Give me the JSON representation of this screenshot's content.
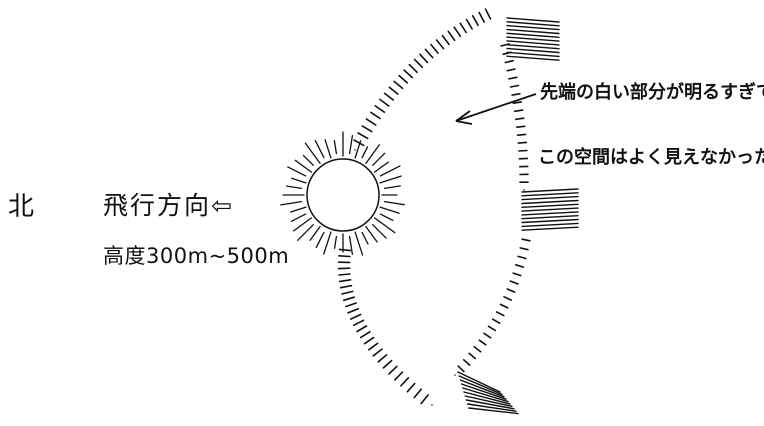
{
  "labels": {
    "north": "北",
    "flight_direction": "飛行方向⇦",
    "altitude": "高度300m~500m"
  },
  "annotation": {
    "line1": "先端の白い部分が明るすぎて、",
    "line2": "この空間はよく見えなかった。"
  },
  "colors": {
    "ink": "#111111",
    "background": "#ffffff"
  }
}
